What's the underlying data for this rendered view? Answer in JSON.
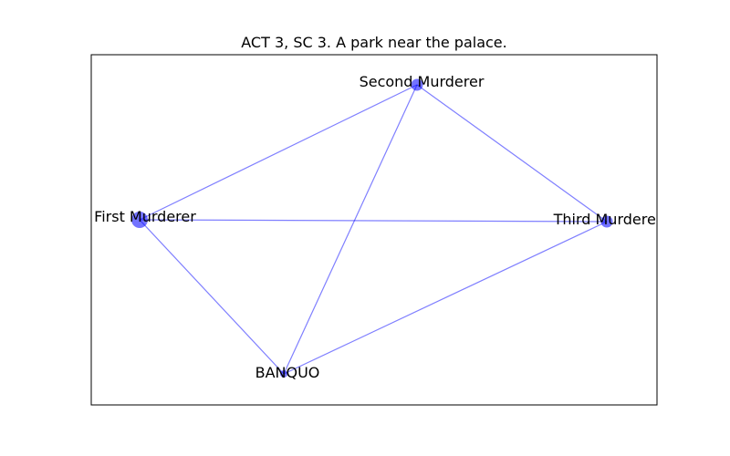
{
  "title": "ACT 3, SC 3. A park near the palace.",
  "colors": {
    "node": "#0000ff",
    "edge": "#0000ff",
    "frame": "#000000",
    "background": "#ffffff"
  },
  "nodes": [
    {
      "id": "second",
      "label": "Second Murderer",
      "weight": 2
    },
    {
      "id": "first",
      "label": "First Murderer",
      "weight": 3
    },
    {
      "id": "third",
      "label": "Third Murderer",
      "weight": 2
    },
    {
      "id": "banquo",
      "label": "BANQUO",
      "weight": 1
    }
  ],
  "edges": [
    {
      "source": "first",
      "target": "second"
    },
    {
      "source": "first",
      "target": "third"
    },
    {
      "source": "first",
      "target": "banquo"
    },
    {
      "source": "second",
      "target": "third"
    },
    {
      "source": "second",
      "target": "banquo"
    },
    {
      "source": "third",
      "target": "banquo"
    }
  ]
}
